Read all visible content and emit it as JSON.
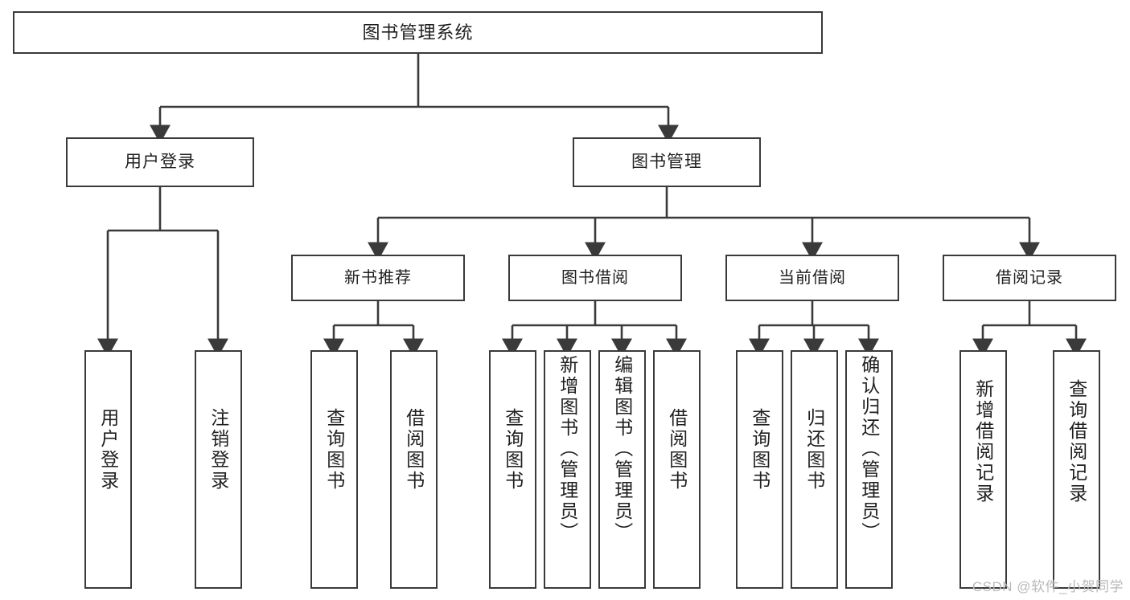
{
  "diagram": {
    "title": "图书管理系统",
    "type": "tree-hierarchy",
    "root": {
      "label": "图书管理系统"
    },
    "level1": [
      {
        "label": "用户登录"
      },
      {
        "label": "图书管理"
      }
    ],
    "level2": [
      {
        "label": "新书推荐"
      },
      {
        "label": "图书借阅"
      },
      {
        "label": "当前借阅"
      },
      {
        "label": "借阅记录"
      }
    ],
    "leaves": [
      {
        "label": "用户登录"
      },
      {
        "label": "注销登录"
      },
      {
        "label": "查询图书"
      },
      {
        "label": "借阅图书"
      },
      {
        "label": "查询图书"
      },
      {
        "label": "新增图书（管理员）"
      },
      {
        "label": "编辑图书（管理员）"
      },
      {
        "label": "借阅图书"
      },
      {
        "label": "查询图书"
      },
      {
        "label": "归还图书"
      },
      {
        "label": "确认归还（管理员）"
      },
      {
        "label": "新增借阅记录"
      },
      {
        "label": "查询借阅记录"
      }
    ],
    "watermark": "CSDN @软件_小贺同学",
    "colors": {
      "border": "#3a3a3a",
      "background": "#ffffff",
      "text": "#1f1f1f",
      "watermark": "#b9b9b9"
    }
  }
}
